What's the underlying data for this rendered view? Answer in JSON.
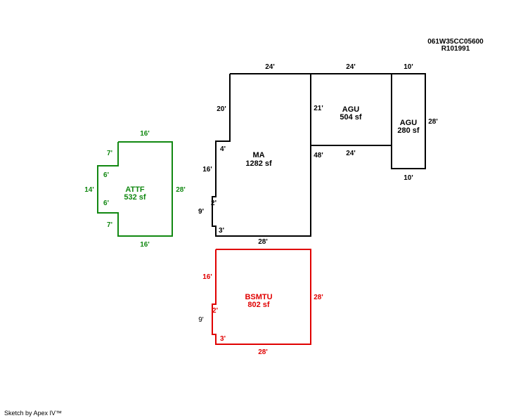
{
  "header": {
    "parcel_id": "061W35CC05600",
    "record_id": "R101991"
  },
  "colors": {
    "main": "#000000",
    "attached": "#118811",
    "basement": "#e00000"
  },
  "areas": {
    "ma": {
      "name": "MA",
      "size": "1282 sf"
    },
    "agu1": {
      "name": "AGU",
      "size": "504 sf"
    },
    "agu2": {
      "name": "AGU",
      "size": "280 sf"
    },
    "attf": {
      "name": "ATTF",
      "size": "532 sf"
    },
    "bsmtu": {
      "name": "BSMTU",
      "size": "802 sf"
    }
  },
  "dims": {
    "ma_top": "24'",
    "ma_left_upper": "20'",
    "ma_step": "4'",
    "ma_left": "16'",
    "ma_notch_in": "2'",
    "ma_notch_side": "9'",
    "ma_notch_out": "3'",
    "ma_bottom": "28'",
    "agu1_top": "24'",
    "agu1_left": "21'",
    "agu1_bottom": "24'",
    "ma_right": "48'",
    "agu2_top": "10'",
    "agu2_right": "28'",
    "agu2_bottom": "10'",
    "attf_top": "16'",
    "attf_right": "28'",
    "attf_bottom": "16'",
    "attf_step_top": "7'",
    "attf_step_bottom": "7'",
    "attf_left": "14'",
    "attf_notch_top": "6'",
    "attf_notch_bottom": "6'",
    "bsmtu_left": "16'",
    "bsmtu_right": "28'",
    "bsmtu_bottom": "28'",
    "bsmtu_notch_in": "2'",
    "bsmtu_notch_side": "9'",
    "bsmtu_notch_out": "3'"
  },
  "footer": {
    "credit": "Sketch by Apex IV™"
  }
}
